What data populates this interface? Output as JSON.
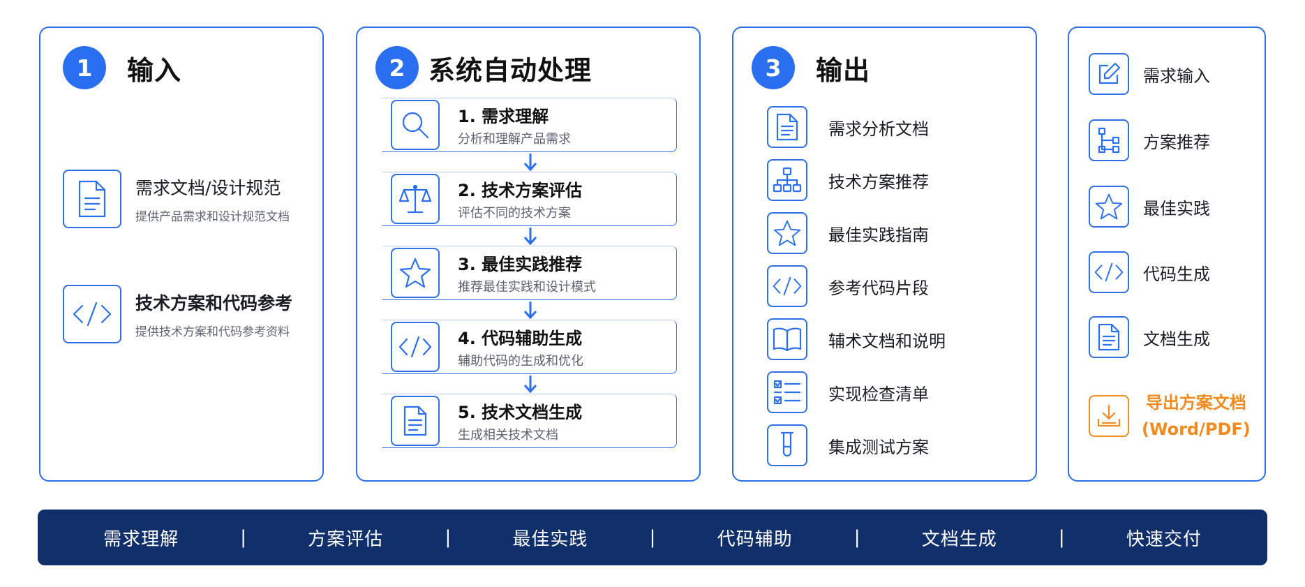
{
  "input": {
    "number": "1",
    "title": "输入",
    "items": [
      {
        "title": "需求文档/设计规范",
        "desc": "提供产品需求和设计规范文档",
        "icon": "document-icon"
      },
      {
        "title": "技术方案和代码参考",
        "desc": "提供技术方案和代码参考资料",
        "icon": "code-icon"
      }
    ]
  },
  "processing": {
    "number": "2",
    "title": "系统自动处理",
    "steps": [
      {
        "title": "1. 需求理解",
        "desc": "分析和理解产品需求",
        "icon": "search-icon"
      },
      {
        "title": "2. 技术方案评估",
        "desc": "评估不同的技术方案",
        "icon": "scale-icon"
      },
      {
        "title": "3. 最佳实践推荐",
        "desc": "推荐最佳实践和设计模式",
        "icon": "star-icon"
      },
      {
        "title": "4. 代码辅助生成",
        "desc": "辅助代码的生成和优化",
        "icon": "code-icon"
      },
      {
        "title": "5. 技术文档生成",
        "desc": "生成相关技术文档",
        "icon": "document-icon"
      }
    ]
  },
  "output": {
    "number": "3",
    "title": "输出",
    "items": [
      {
        "label": "需求分析文档",
        "icon": "document-icon"
      },
      {
        "label": "技术方案推荐",
        "icon": "hierarchy-icon"
      },
      {
        "label": "最佳实践指南",
        "icon": "star-icon"
      },
      {
        "label": "参考代码片段",
        "icon": "code-icon"
      },
      {
        "label": "辅术文档和说明",
        "icon": "book-icon"
      },
      {
        "label": "实现检查清单",
        "icon": "checklist-icon"
      },
      {
        "label": "集成测试方案",
        "icon": "test-tube-icon"
      }
    ]
  },
  "summary": {
    "items": [
      {
        "label": "需求输入",
        "icon": "edit-icon"
      },
      {
        "label": "方案推荐",
        "icon": "tree-icon"
      },
      {
        "label": "最佳实践",
        "icon": "star-icon"
      },
      {
        "label": "代码生成",
        "icon": "code-icon"
      },
      {
        "label": "文档生成",
        "icon": "document-icon"
      }
    ],
    "export_line1": "导出方案文档",
    "export_line2": "(Word/PDF)",
    "export_icon": "download-icon"
  },
  "bottom_bar": {
    "items": [
      "需求理解",
      "方案评估",
      "最佳实践",
      "代码辅助",
      "文档生成",
      "快速交付"
    ],
    "separator": "|"
  },
  "colors": {
    "accent": "#2a6ff0",
    "export": "#f28a1d",
    "bar": "#11306b"
  }
}
